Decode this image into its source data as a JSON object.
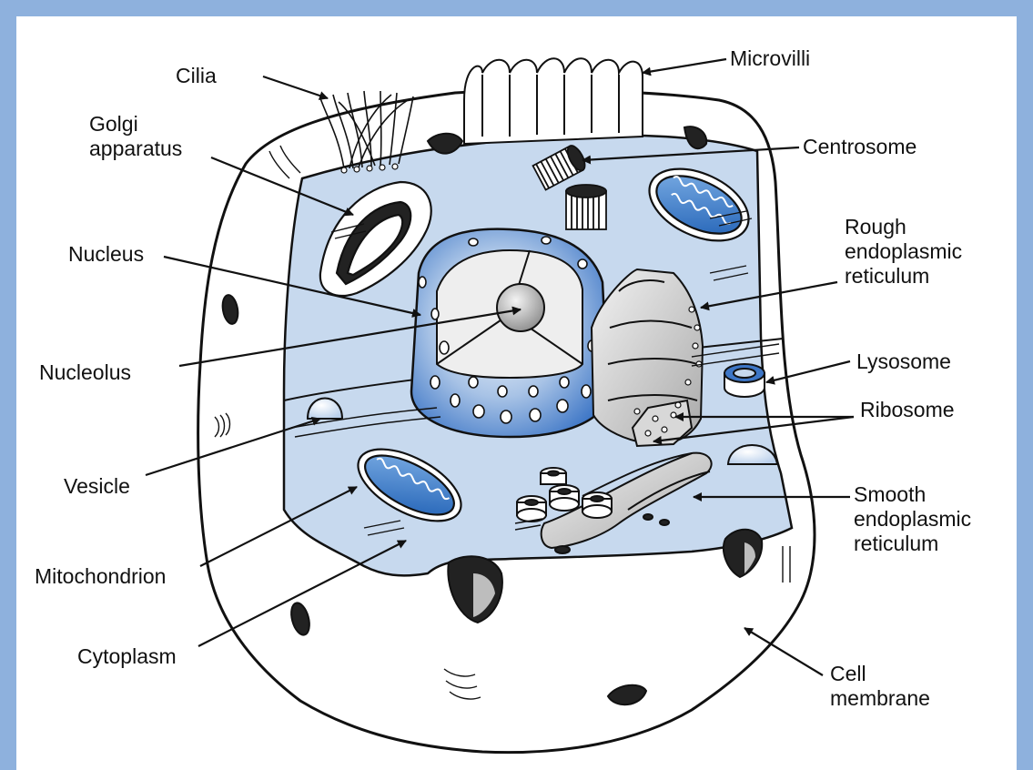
{
  "colors": {
    "frame": "#8eb1dd",
    "cytoplasm": "#c7d9ee",
    "nucleus_blue": "#3d76c6",
    "organelle_gray": "#d4d4d4",
    "outline": "#111111"
  },
  "labels": {
    "cilia": "Cilia",
    "microvilli": "Microvilli",
    "golgi": [
      "Golgi",
      "apparatus"
    ],
    "centrosome": "Centrosome",
    "rough_er": [
      "Rough",
      "endoplasmic",
      "reticulum"
    ],
    "nucleus": "Nucleus",
    "nucleolus": "Nucleolus",
    "lysosome": "Lysosome",
    "ribosome": "Ribosome",
    "vesicle": "Vesicle",
    "smooth_er": [
      "Smooth",
      "endoplasmic",
      "reticulum"
    ],
    "mitochondrion": "Mitochondrion",
    "cytoplasm": "Cytoplasm",
    "cell_membrane": [
      "Cell",
      "membrane"
    ]
  }
}
